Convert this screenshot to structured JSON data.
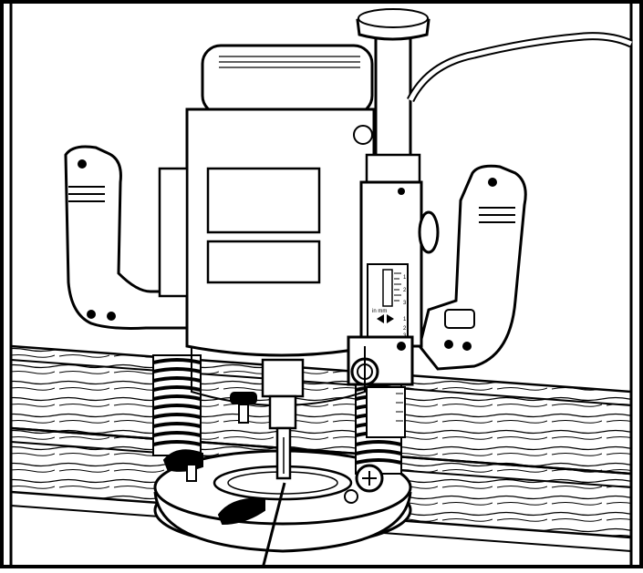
{
  "illustration": {
    "subject": "Plunge router on workpiece (line drawing)",
    "depth_scale": {
      "ticks_upper": [
        "1",
        "2",
        "3"
      ],
      "ticks_lower": [
        "1",
        "2",
        "3"
      ],
      "unit_label": "in mm"
    }
  }
}
